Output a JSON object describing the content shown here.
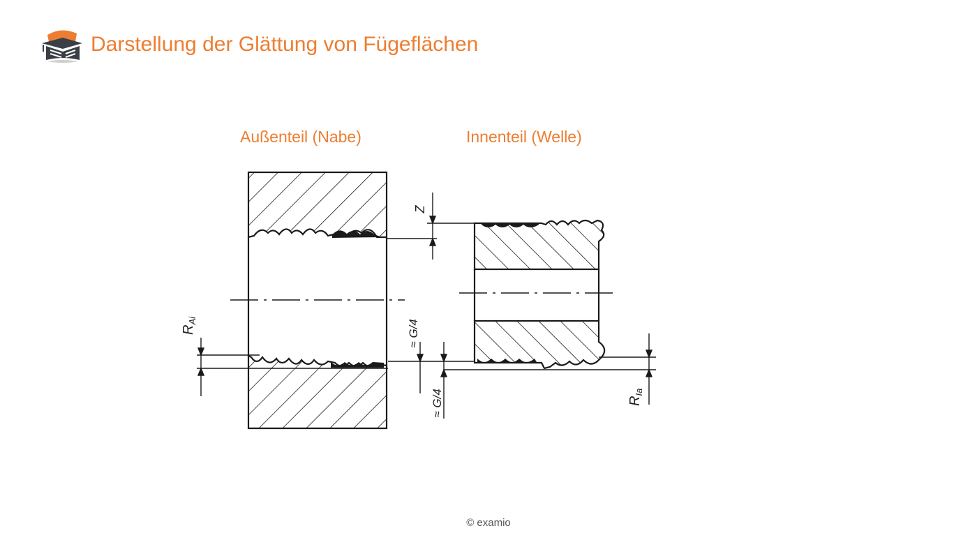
{
  "header": {
    "title": "Darstellung der Glättung von Fügeflächen",
    "logo_icon": "graduation-cap-book-icon"
  },
  "diagram": {
    "outer_part_label": "Außenteil (Nabe)",
    "inner_part_label": "Innenteil (Welle)",
    "dimension_z": "Z",
    "dimension_r_ai": "R",
    "dimension_r_ai_sub": "Ai",
    "dimension_g4_upper": "≈ G/4",
    "dimension_g4_lower": "≈ G/4",
    "dimension_r_ia": "R",
    "dimension_r_ia_sub": "Ia"
  },
  "footer": {
    "copyright": "© examio"
  },
  "colors": {
    "accent": "#ed7d31",
    "ink": "#1a1a1a",
    "logo_dark": "#3a3f46"
  }
}
